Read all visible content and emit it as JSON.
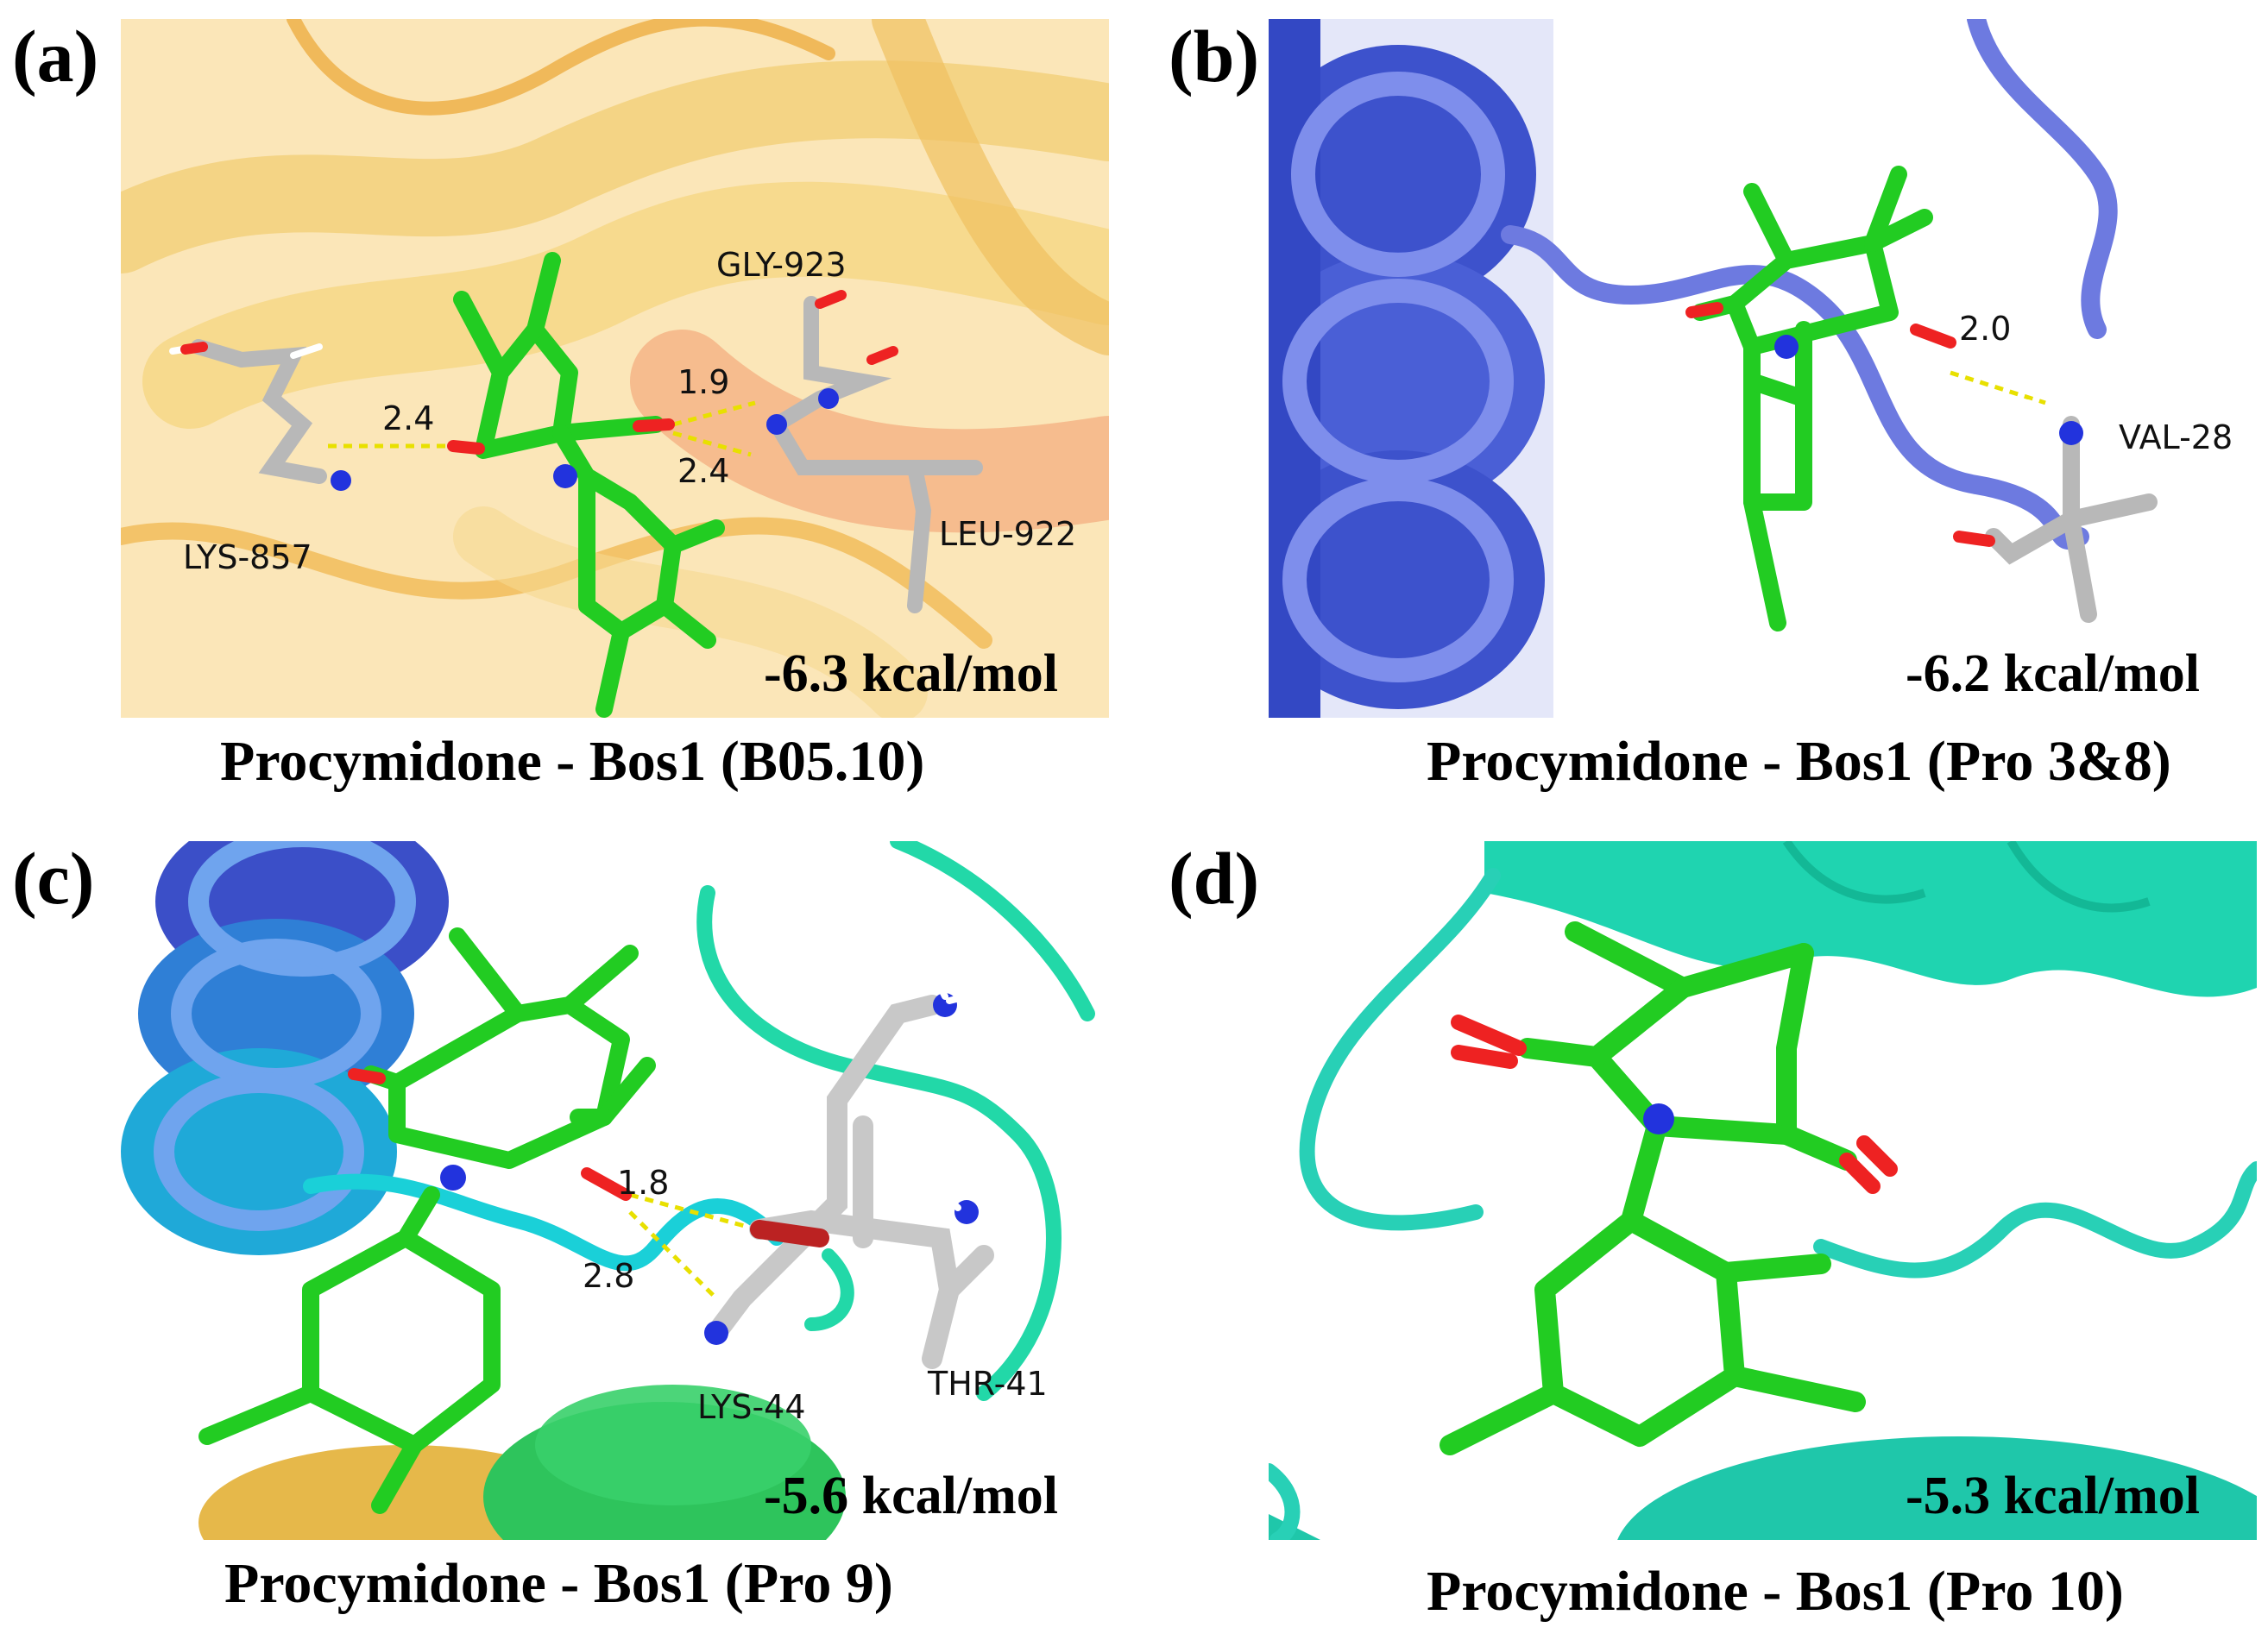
{
  "panels": [
    {
      "letter": "(a)",
      "caption": "Procymidone - Bos1 (B05.10)",
      "energy": "-6.3 kcal/mol",
      "residues": [
        "GLY-923",
        "LYS-857",
        "LEU-922"
      ],
      "distances": [
        "1.9",
        "2.4",
        "2.4"
      ],
      "colors": {
        "protein": "#f2c96a",
        "ligand": "#22cc22"
      }
    },
    {
      "letter": "(b)",
      "caption": "Procymidone - Bos1 (Pro 3&8)",
      "energy": "-6.2 kcal/mol",
      "residues": [
        "VAL-28"
      ],
      "distances": [
        "2.0"
      ],
      "colors": {
        "protein": "#5566dd",
        "ligand": "#22cc22"
      }
    },
    {
      "letter": "(c)",
      "caption": "Procymidone - Bos1 (Pro 9)",
      "energy": "-5.6 kcal/mol",
      "residues": [
        "LYS-44",
        "THR-41"
      ],
      "distances": [
        "1.8",
        "2.8"
      ],
      "colors": {
        "protein": "#22ccbb",
        "ligand": "#22cc22"
      }
    },
    {
      "letter": "(d)",
      "caption": "Procymidone - Bos1 (Pro 10)",
      "energy": "-5.3 kcal/mol",
      "residues": [],
      "distances": [],
      "colors": {
        "protein": "#22ddbb",
        "ligand": "#22cc22"
      }
    }
  ]
}
